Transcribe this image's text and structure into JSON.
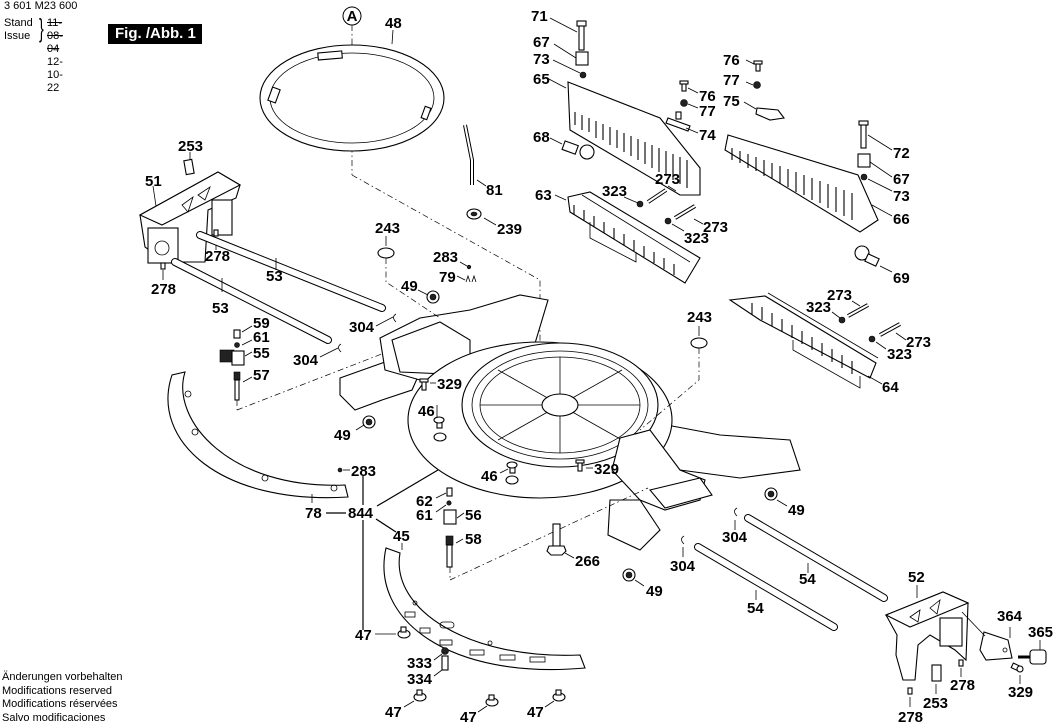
{
  "header": {
    "document_number": "3 601 M23 600",
    "stand_label": "Stand",
    "issue_label": "Issue",
    "old_date_struck": "11-08-04",
    "current_date": "12-10-22",
    "figure_label": "Fig. /Abb. 1"
  },
  "footer": {
    "lines": [
      "Änderungen vorbehalten",
      "Modifications reserved",
      "Modifications réservées",
      "Salvo modificaciones"
    ]
  },
  "diagram": {
    "reference_marker": "A",
    "parts": {
      "p48": "48",
      "p71": "71",
      "p67a": "67",
      "p73a": "73",
      "p65": "65",
      "p76a": "76",
      "p77a": "77",
      "p76b": "76",
      "p77b": "77",
      "p75": "75",
      "p74": "74",
      "p68": "68",
      "p72": "72",
      "p67b": "67",
      "p73b": "73",
      "p66": "66",
      "p69": "69",
      "p253a": "253",
      "p51": "51",
      "p278a": "278",
      "p278b": "278",
      "p81": "81",
      "p239": "239",
      "p273a": "273",
      "p323a": "323",
      "p273b": "273",
      "p323b": "323",
      "p63": "63",
      "p243a": "243",
      "p283a": "283",
      "p79": "79",
      "p49a": "49",
      "p53a": "53",
      "p53b": "53",
      "p304a": "304",
      "p304b": "304",
      "p59": "59",
      "p61a": "61",
      "p55": "55",
      "p57": "57",
      "p243b": "243",
      "p273c": "273",
      "p323c": "323",
      "p273d": "273",
      "p323d": "323",
      "p64": "64",
      "p329a": "329",
      "p46a": "46",
      "p49b": "49",
      "p46b": "46",
      "p329b": "329",
      "p283b": "283",
      "p78": "78",
      "p844": "844",
      "p45": "45",
      "p62": "62",
      "p61b": "61",
      "p56": "56",
      "p58": "58",
      "p266": "266",
      "p49c": "49",
      "p49d": "49",
      "p304c": "304",
      "p304d": "304",
      "p54a": "54",
      "p54b": "54",
      "p47a": "47",
      "p333": "333",
      "p334": "334",
      "p47b": "47",
      "p47c": "47",
      "p47d": "47",
      "p52": "52",
      "p364": "364",
      "p365": "365",
      "p278c": "278",
      "p278d": "278",
      "p253b": "253",
      "p329c": "329"
    }
  }
}
